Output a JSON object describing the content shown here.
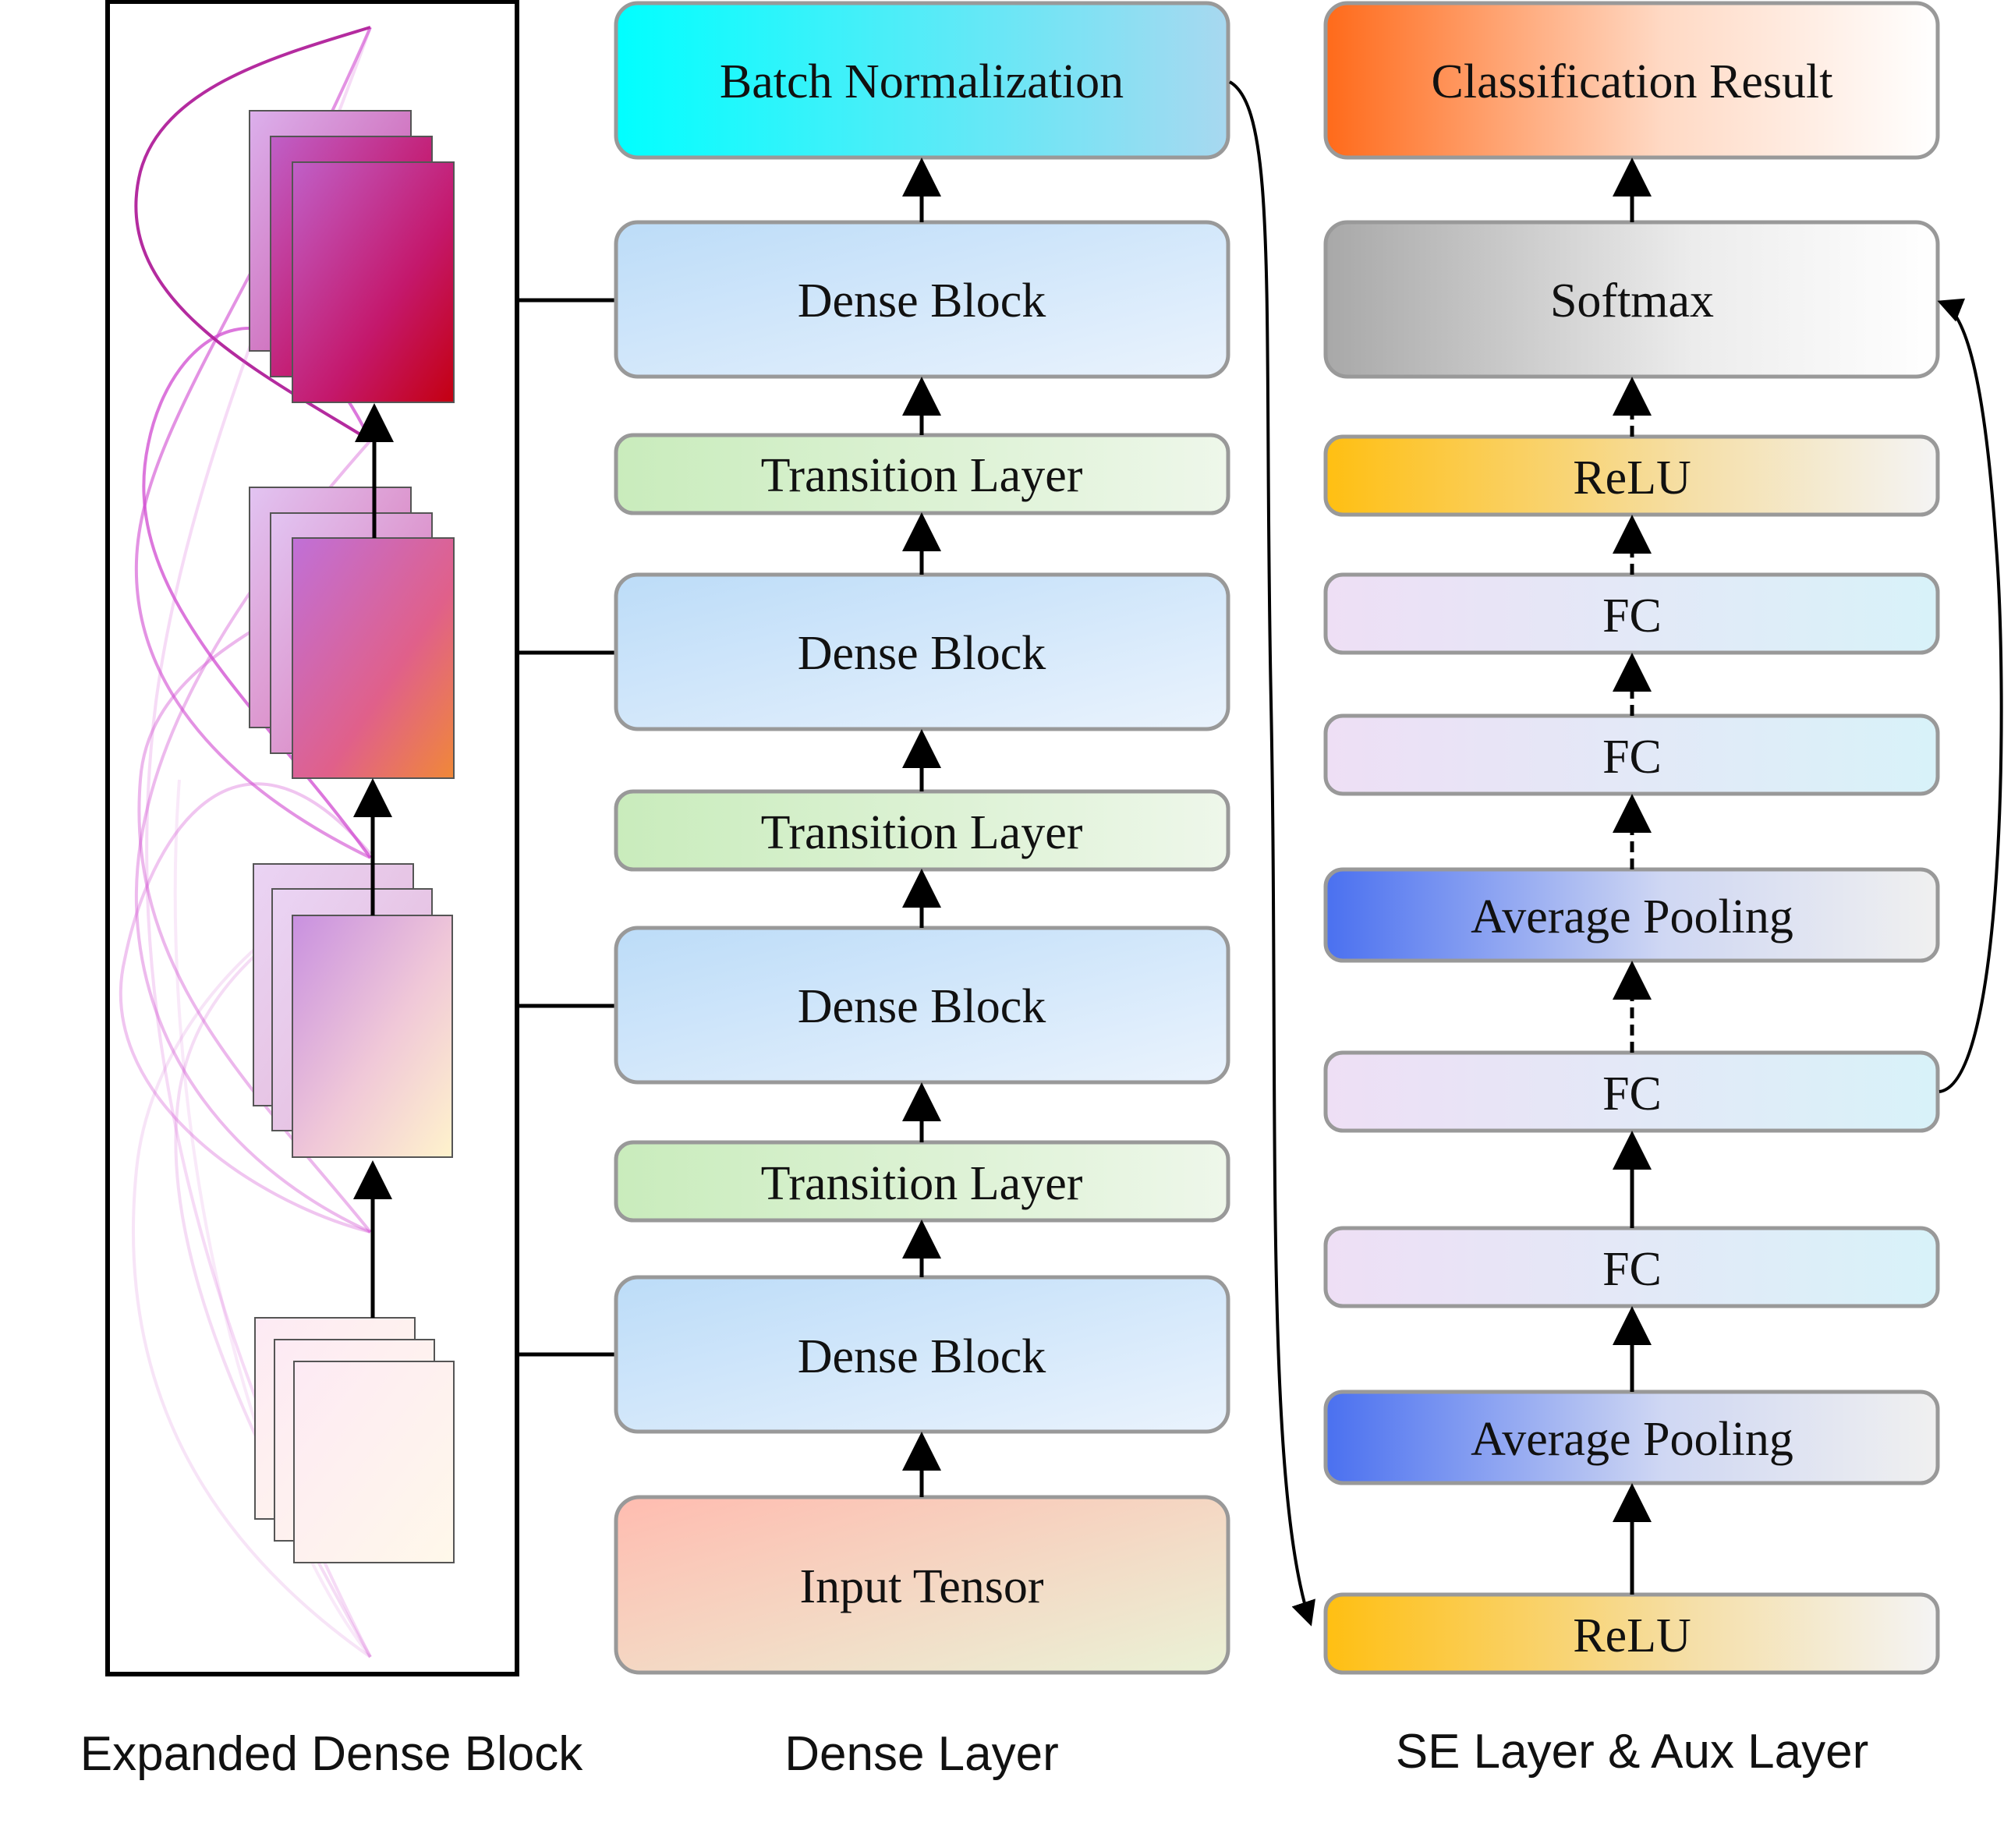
{
  "columns": {
    "expanded": {
      "caption": "Expanded Dense Block"
    },
    "dense": {
      "caption": "Dense Layer",
      "nodes": [
        {
          "id": "bn",
          "label": "Batch Normalization"
        },
        {
          "id": "db4",
          "label": "Dense Block"
        },
        {
          "id": "tl3",
          "label": "Transition Layer"
        },
        {
          "id": "db3",
          "label": "Dense Block"
        },
        {
          "id": "tl2",
          "label": "Transition Layer"
        },
        {
          "id": "db2",
          "label": "Dense Block"
        },
        {
          "id": "tl1",
          "label": "Transition Layer"
        },
        {
          "id": "db1",
          "label": "Dense Block"
        },
        {
          "id": "input",
          "label": "Input Tensor"
        }
      ]
    },
    "se": {
      "caption": "SE Layer & Aux Layer",
      "nodes": [
        {
          "id": "cls",
          "label": "Classification Result"
        },
        {
          "id": "softmax",
          "label": "Softmax"
        },
        {
          "id": "relu2",
          "label": "ReLU"
        },
        {
          "id": "fc4",
          "label": "FC"
        },
        {
          "id": "fc3",
          "label": "FC"
        },
        {
          "id": "avgpool2",
          "label": "Average Pooling"
        },
        {
          "id": "fc2",
          "label": "FC"
        },
        {
          "id": "fc1",
          "label": "FC"
        },
        {
          "id": "avgpool1",
          "label": "Average Pooling"
        },
        {
          "id": "relu1",
          "label": "ReLU"
        }
      ]
    }
  },
  "colors": {
    "box_stroke": "#999999",
    "batch_norm": [
      "#00ffff",
      "#a8d8f0"
    ],
    "dense_block": [
      "#bcdcf8",
      "#eaf3fd"
    ],
    "transition": [
      "#c9ecbc",
      "#eef7ea"
    ],
    "input": [
      "#ffbcb0",
      "#eaf2d6"
    ],
    "classification": [
      "#ff6a1a",
      "#ffffff"
    ],
    "softmax": [
      "#a8a8a8",
      "#ffffff"
    ],
    "relu": [
      "#ffbf12",
      "#f4f4f4"
    ],
    "fc": [
      "#eedff5",
      "#d8f2f9"
    ],
    "avg_pool": [
      "#4a70f0",
      "#f0f0f0"
    ],
    "feature_map": "#c2185b",
    "skip_curves": "#d63fd6"
  }
}
